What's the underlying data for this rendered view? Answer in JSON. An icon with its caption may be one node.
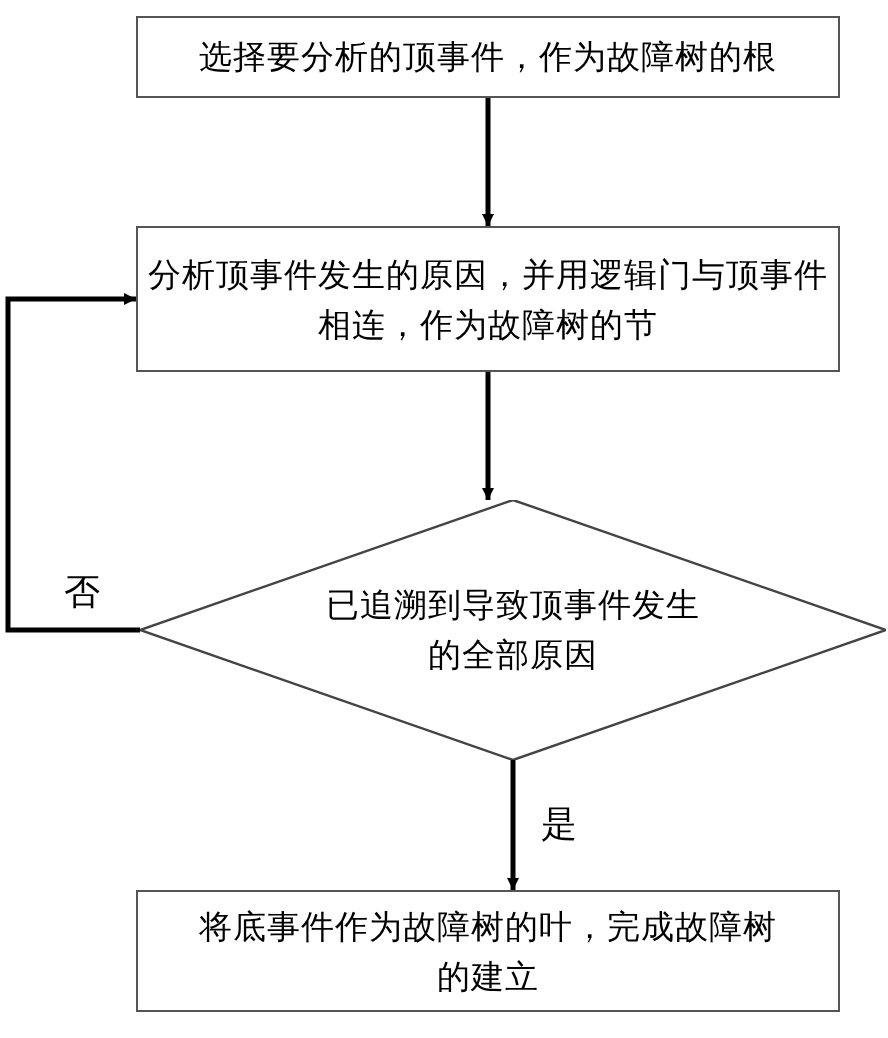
{
  "diagram": {
    "nodes": [
      {
        "text": [
          "选择要分析的顶事件，作为故障树的根"
        ]
      },
      {
        "text": [
          "分析顶事件发生的原因，并用逻辑门与顶事件相连，作为故障树的节"
        ]
      },
      {
        "text": [
          "已追溯到导致顶事件发生的全部原因"
        ]
      },
      {
        "text": [
          "将底事件作为故障树的叶，完成故障树的建立"
        ]
      }
    ],
    "edges": [
      {
        "from": 0,
        "to": 1,
        "arrow": "to"
      },
      {
        "from": 1,
        "to": 2,
        "arrow": "to"
      },
      {
        "from": 2,
        "to": 3,
        "arrow": "to",
        "label": "是"
      },
      {
        "from": 2,
        "to": 1,
        "arrow": "to",
        "label": "否"
      }
    ]
  }
}
